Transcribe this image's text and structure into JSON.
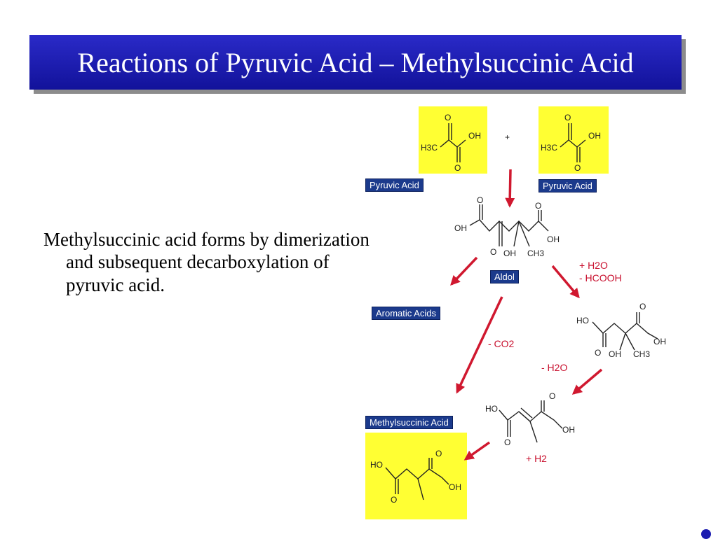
{
  "slide": {
    "title": "Reactions of Pyruvic Acid – Methylsuccinic Acid",
    "body": "Methylsuccinic acid forms by dimerization and subsequent decarboxylation of pyruvic acid."
  },
  "labels": {
    "pyruvic_left": "Pyruvic Acid",
    "pyruvic_right": "Pyruvic Acid",
    "aldol": "Aldol",
    "aromatic": "Aromatic Acids",
    "methylsuccinic": "Methylsuccinic Acid"
  },
  "atoms": {
    "O": "O",
    "OH": "OH",
    "HO": "HO",
    "H3C": "H3C",
    "CH3": "CH3",
    "plus": "+"
  },
  "reagents": {
    "add_h2o_remove_hcooh": [
      "+ H2O",
      "-  HCOOH"
    ],
    "remove_co2": "- CO2",
    "remove_h2o": "- H2O",
    "add_h2": "+ H2"
  },
  "colors": {
    "title_bg": "#1c1cb0",
    "arrow": "#d0182f",
    "highlight": "#ffff33",
    "label_bg": "#1b3a8c"
  }
}
